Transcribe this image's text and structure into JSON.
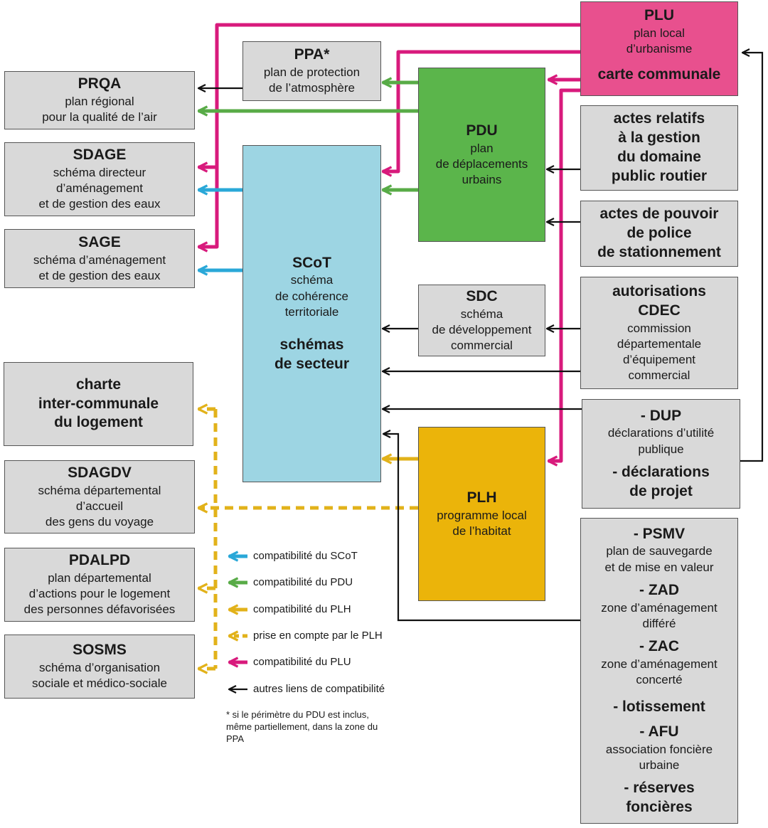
{
  "colors": {
    "scot": "#2aa8d8",
    "pdu": "#58ab47",
    "plh": "#e2b21a",
    "plu": "#d81a7c",
    "other": "#111111",
    "box_grey": "#d9d9d9",
    "scot_fill": "#9dd5e3",
    "pdu_fill": "#5bb54b",
    "plh_fill": "#ebb40a",
    "plu_fill": "#e8508e"
  },
  "boxes": {
    "plu": {
      "title": "PLU",
      "line1": "plan local",
      "line2": "d’urbanisme",
      "extra": "carte communale"
    },
    "ppa": {
      "title": "PPA*",
      "line1": "plan de protection",
      "line2": "de l’atmosphère"
    },
    "prqa": {
      "title": "PRQA",
      "line1": "plan régional",
      "line2": "pour la qualité de l’air"
    },
    "pdu": {
      "title": "PDU",
      "line1": "plan",
      "line2": "de déplacements",
      "line3": "urbains"
    },
    "sdage": {
      "title": "SDAGE",
      "line1": "schéma directeur",
      "line2": "d’aménagement",
      "line3": "et de gestion des eaux"
    },
    "sage": {
      "title": "SAGE",
      "line1": "schéma d’aménagement",
      "line2": "et de gestion des eaux"
    },
    "scot": {
      "title": "SCoT",
      "line1": "schéma",
      "line2": "de cohérence",
      "line3": "territoriale",
      "extra1": "schémas",
      "extra2": "de secteur"
    },
    "gestion": {
      "line1": "actes relatifs",
      "line2": "à la gestion",
      "line3": "du domaine",
      "line4": "public routier"
    },
    "police": {
      "line1": "actes de pouvoir",
      "line2": "de police",
      "line3": "de stationnement"
    },
    "sdc": {
      "title": "SDC",
      "line1": "schéma",
      "line2": "de développement",
      "line3": "commercial"
    },
    "cdec": {
      "title1": "autorisations",
      "title2": "CDEC",
      "line1": "commission",
      "line2": "départementale",
      "line3": "d’équipement",
      "line4": "commercial"
    },
    "charte": {
      "line1": "charte",
      "line2": "inter-communale",
      "line3": "du logement"
    },
    "dup": {
      "title": "- DUP",
      "line1": "déclarations d’utilité",
      "line2": "publique",
      "title2": "- déclarations",
      "title3": "de projet"
    },
    "sdagdv": {
      "title": "SDAGDV",
      "line1": "schéma départemental",
      "line2": "d’accueil",
      "line3": "des gens du voyage"
    },
    "plh": {
      "title": "PLH",
      "line1": "programme local",
      "line2": "de l’habitat"
    },
    "psmv": {
      "t1": "- PSMV",
      "s1a": "plan de sauvegarde",
      "s1b": "et de mise en valeur",
      "t2": "- ZAD",
      "s2a": "zone d’aménagement",
      "s2b": "différé",
      "t3": "- ZAC",
      "s3a": "zone d’aménagement",
      "s3b": "concerté",
      "t4": "- lotissement",
      "t5": "- AFU",
      "s5a": "association foncière",
      "s5b": "urbaine",
      "t6": "- réserves",
      "t6b": "foncières"
    },
    "pdalpd": {
      "title": "PDALPD",
      "line1": "plan départemental",
      "line2": "d’actions pour le logement",
      "line3": "des personnes défavorisées"
    },
    "sosms": {
      "title": "SOSMS",
      "line1": "schéma d’organisation",
      "line2": "sociale et médico-sociale"
    }
  },
  "legend": [
    {
      "label": "compatibilité du SCoT",
      "color": "#2aa8d8",
      "dashed": false
    },
    {
      "label": "compatibilité du PDU",
      "color": "#58ab47",
      "dashed": false
    },
    {
      "label": "compatibilité du PLH",
      "color": "#e2b21a",
      "dashed": false
    },
    {
      "label": "prise en compte par le PLH",
      "color": "#e2b21a",
      "dashed": true
    },
    {
      "label": "compatibilité du PLU",
      "color": "#d81a7c",
      "dashed": false
    },
    {
      "label": "autres liens de compatibilité",
      "color": "#111111",
      "dashed": false
    }
  ],
  "footnote": {
    "line1": "* si le périmètre du PDU est inclus,",
    "line2": "même partiellement, dans la zone du",
    "line3": "PPA"
  }
}
